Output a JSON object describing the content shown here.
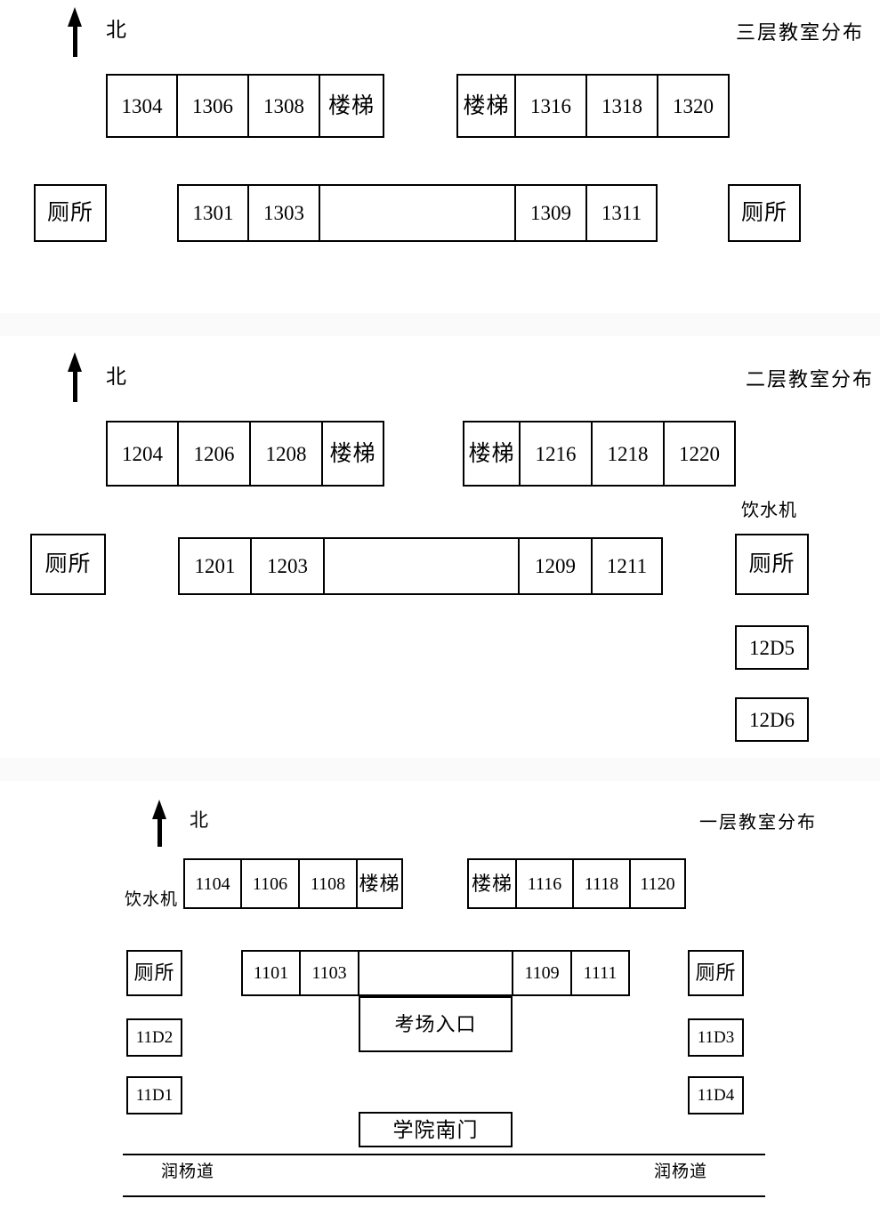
{
  "document": {
    "kind": "floor-plan-diagram",
    "compass_label": "北"
  },
  "floors": [
    {
      "id": "floor-3",
      "title": "三层教室分布",
      "north_label": "北",
      "north_row_left": [
        "1304",
        "1306",
        "1308",
        "楼梯"
      ],
      "north_row_right": [
        "楼梯",
        "1316",
        "1318",
        "1320"
      ],
      "south_row": [
        "1301",
        "1303",
        "",
        "1309",
        "1311"
      ],
      "toilet_left": "厕所",
      "toilet_right": "厕所",
      "extras": []
    },
    {
      "id": "floor-2",
      "title": "二层教室分布",
      "north_label": "北",
      "north_row_left": [
        "1204",
        "1206",
        "1208",
        "楼梯"
      ],
      "north_row_right": [
        "楼梯",
        "1216",
        "1218",
        "1220"
      ],
      "south_row": [
        "1201",
        "1203",
        "",
        "1209",
        "1211"
      ],
      "toilet_left": "厕所",
      "toilet_right": "厕所",
      "water_dispenser_label": "饮水机",
      "extras": [
        "12D5",
        "12D6"
      ]
    },
    {
      "id": "floor-1",
      "title": "一层教室分布",
      "north_label": "北",
      "north_row_left": [
        "1104",
        "1106",
        "1108",
        "楼梯"
      ],
      "north_row_right": [
        "楼梯",
        "1116",
        "1118",
        "1120"
      ],
      "south_row": [
        "1101",
        "1103",
        "",
        "1109",
        "1111"
      ],
      "toilet_left": "厕所",
      "toilet_right": "厕所",
      "water_dispenser_label": "饮水机",
      "exam_entrance": "考场入口",
      "south_gate": "学院南门",
      "extras_left": [
        "11D2",
        "11D1"
      ],
      "extras_right": [
        "11D3",
        "11D4"
      ],
      "road_label_left": "润杨道",
      "road_label_right": "润杨道"
    }
  ],
  "colors": {
    "ink": "#000000",
    "paper": "#ffffff",
    "gutter": "#fafafa"
  }
}
